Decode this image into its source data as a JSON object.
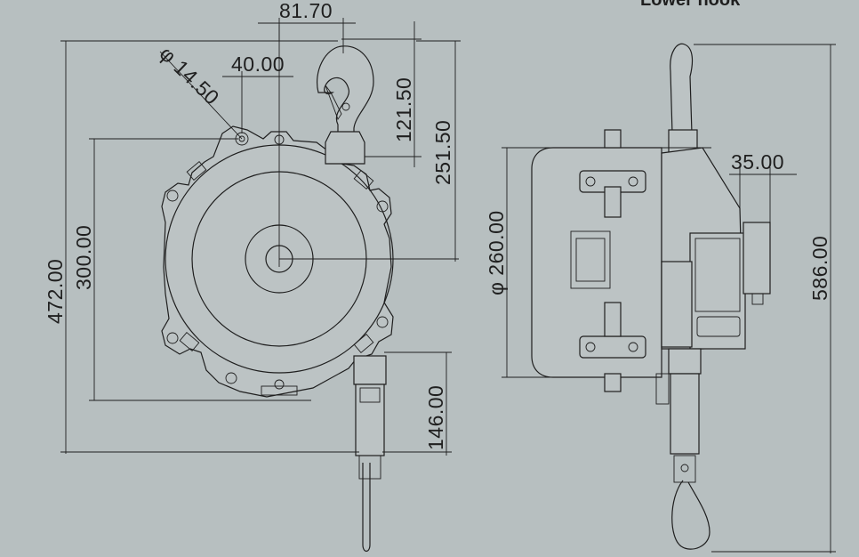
{
  "top_right_label": "Lower hook",
  "front_view": {
    "dims": {
      "hook_offset": "81.70",
      "hole_offset": "40.00",
      "hole_diameter": "φ 14.50",
      "hook_height": "121.50",
      "hook_to_center": "251.50",
      "mount_height": "300.00",
      "total_height": "472.00",
      "cable_length": "146.00"
    }
  },
  "side_view": {
    "dims": {
      "diameter": "φ 260.00",
      "bracket_width": "35.00",
      "overall_length": "586.00"
    }
  },
  "colors": {
    "background": "#b7bfc0",
    "line": "#1f1f1f"
  }
}
